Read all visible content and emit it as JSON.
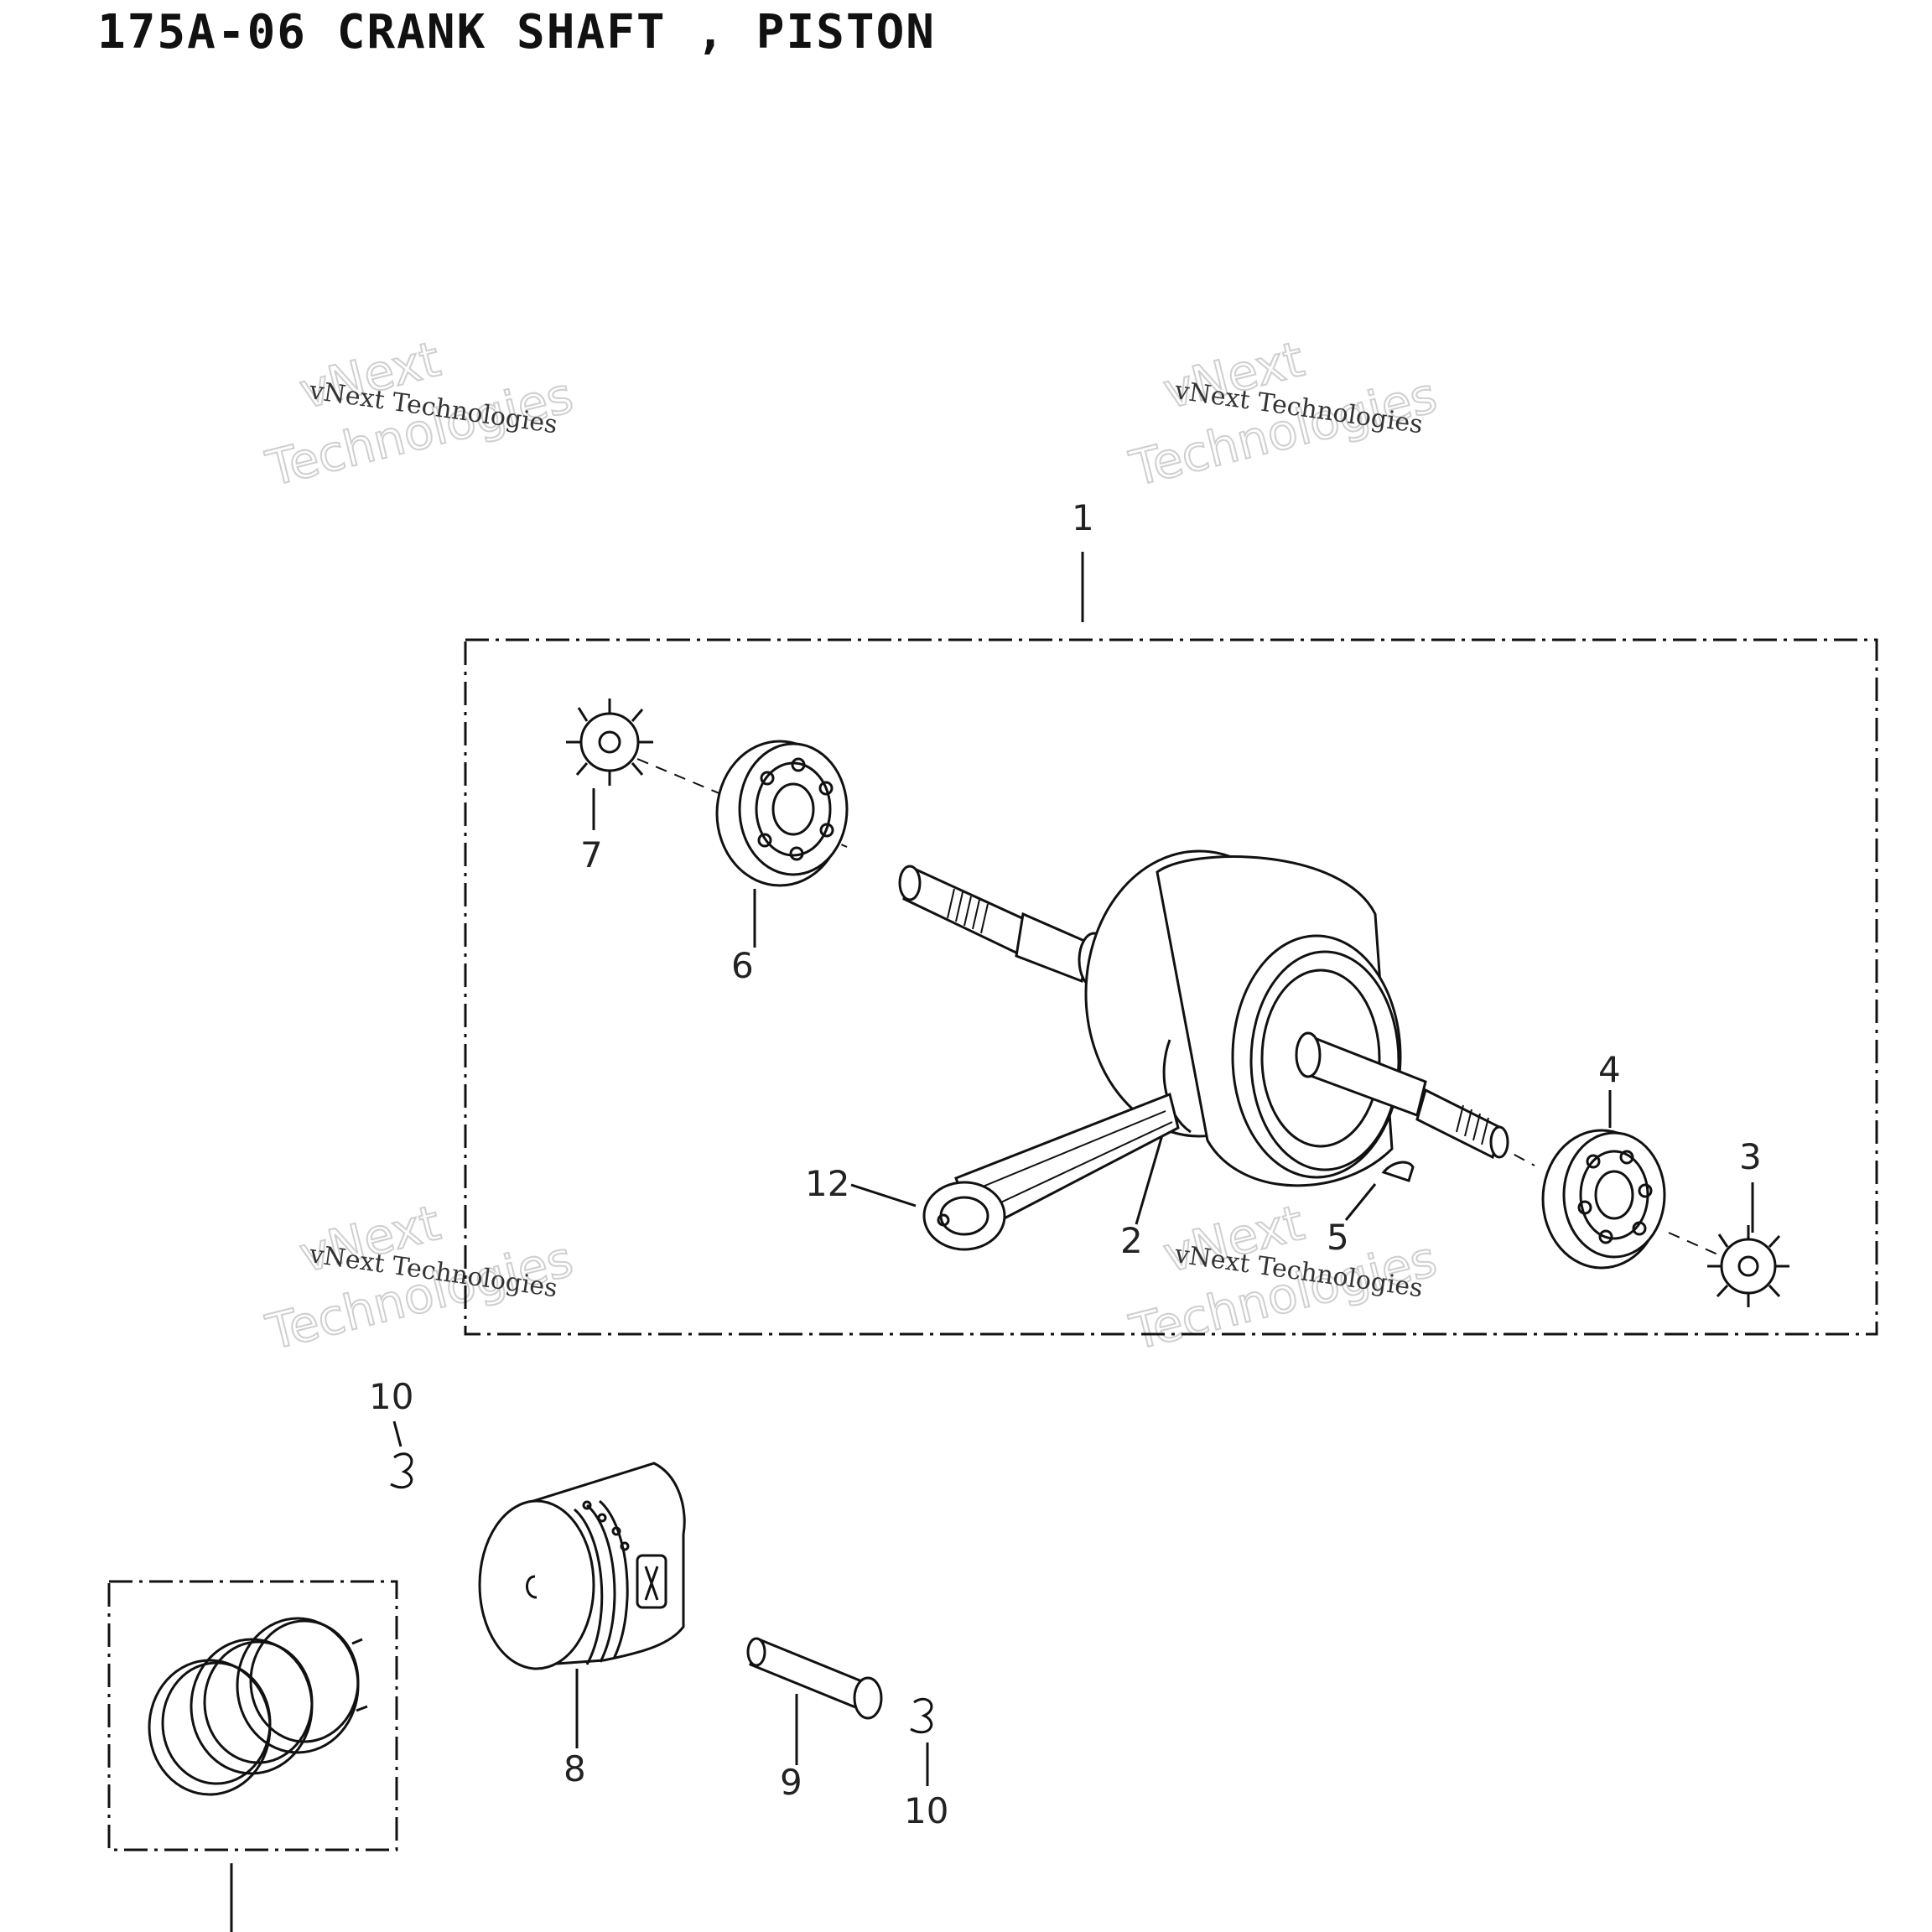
{
  "diagram": {
    "title": "175A-06 CRANK SHAFT , PISTON",
    "callouts": [
      "1",
      "2",
      "3",
      "4",
      "5",
      "6",
      "7",
      "8",
      "9",
      "10",
      "10",
      "12"
    ],
    "watermarks": [
      {
        "line1": "vNext",
        "line2": "Technologies",
        "caption": "vNext Technologies"
      },
      {
        "line1": "vNext",
        "line2": "Technologies",
        "caption": "vNext Technologies"
      },
      {
        "line1": "vNext",
        "line2": "Technologies",
        "caption": "vNext Technologies"
      },
      {
        "line1": "vNext",
        "line2": "Technologies",
        "caption": "vNext Technologies"
      }
    ]
  }
}
